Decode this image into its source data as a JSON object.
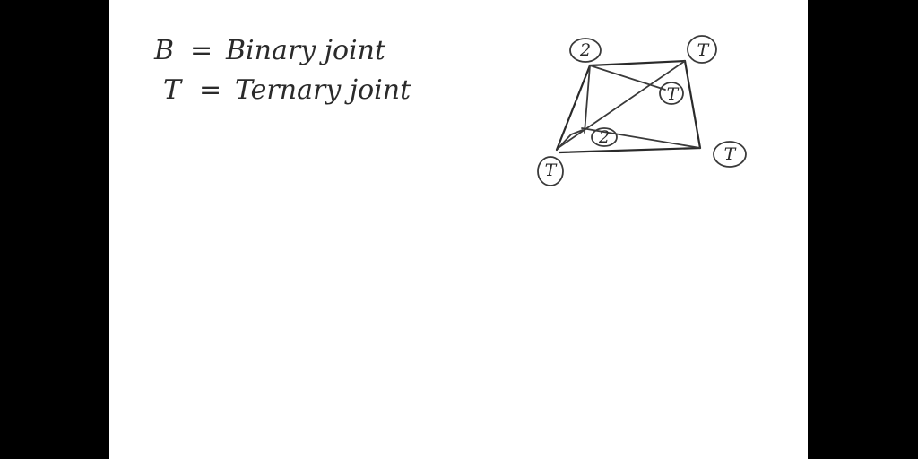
{
  "legend": {
    "binary": {
      "symbol": "B",
      "equals": "=",
      "text": "Binary joint"
    },
    "ternary": {
      "symbol": "T",
      "equals": "=",
      "text": "Ternary joint"
    }
  },
  "diagram": {
    "joint_labels": {
      "top_left": "2",
      "top_right": "T",
      "center_right": "T",
      "center": "2",
      "bottom_left": "T",
      "bottom_right": "T"
    }
  }
}
